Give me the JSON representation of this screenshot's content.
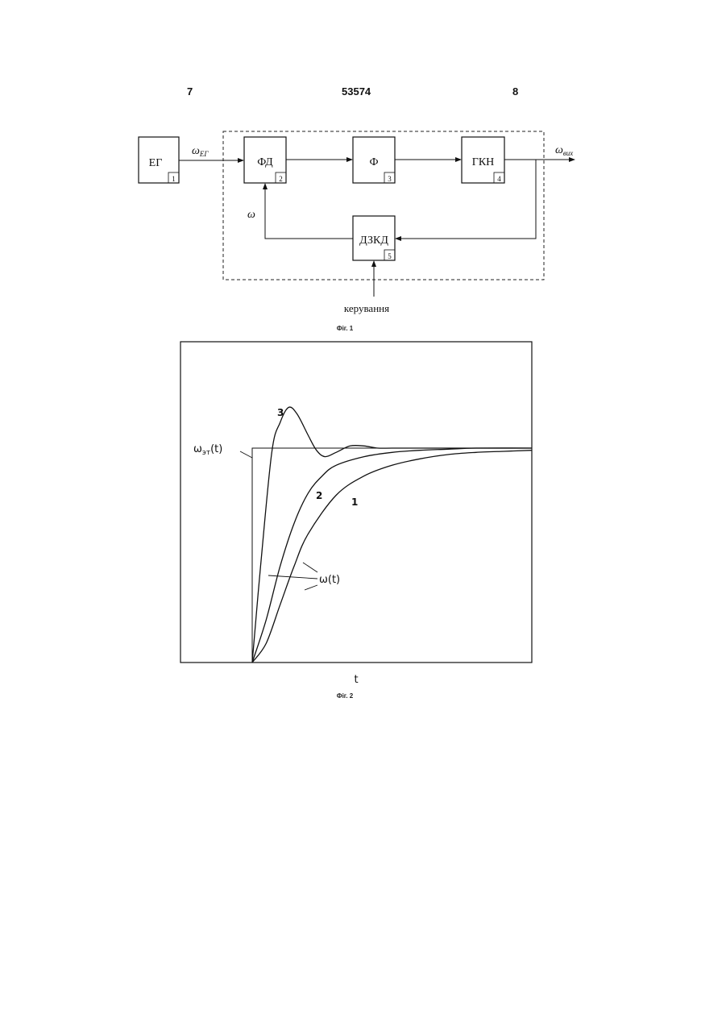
{
  "header": {
    "page_left": "7",
    "patent_number": "53574",
    "page_right": "8"
  },
  "figure1": {
    "caption": "Фіг. 1",
    "blocks": [
      {
        "label": "ЕГ",
        "num": "1"
      },
      {
        "label": "ФД",
        "num": "2"
      },
      {
        "label": "Ф",
        "num": "3"
      },
      {
        "label": "ГКН",
        "num": "4"
      },
      {
        "label": "ДЗКД",
        "num": "5"
      }
    ],
    "signal_input": {
      "symbol": "ω",
      "subscript": "ЕГ"
    },
    "signal_output": {
      "symbol": "ω",
      "subscript": "вих"
    },
    "signal_feedback": "ω",
    "control_label": "керування"
  },
  "figure2": {
    "caption": "Фіг. 2",
    "x_label": "t",
    "reference_label": {
      "symbol": "ω",
      "subscript": "эт",
      "arg": "(t)"
    },
    "response_label": "ω(t)",
    "curve_labels": [
      "1",
      "2",
      "3"
    ]
  },
  "chart_data": {
    "type": "line",
    "title": "",
    "xlabel": "t",
    "ylabel": "",
    "x_units": "relative time (no tick labels printed)",
    "xlim": [
      0,
      1
    ],
    "ylim": [
      0,
      1.2
    ],
    "series": [
      {
        "name": "ωэт(t)",
        "x": [
          0,
          0,
          1
        ],
        "y": [
          0,
          1,
          1
        ]
      },
      {
        "name": "1",
        "x": [
          0,
          0.05,
          0.1,
          0.15,
          0.2,
          0.3,
          0.4,
          0.5,
          0.6,
          0.7,
          0.8,
          0.9,
          1.0
        ],
        "y": [
          0,
          0.09,
          0.27,
          0.45,
          0.6,
          0.78,
          0.87,
          0.92,
          0.95,
          0.97,
          0.98,
          0.985,
          0.99
        ]
      },
      {
        "name": "2",
        "x": [
          0,
          0.05,
          0.1,
          0.15,
          0.2,
          0.25,
          0.3,
          0.4,
          0.5,
          0.6,
          0.7,
          0.8,
          1.0
        ],
        "y": [
          0,
          0.2,
          0.45,
          0.65,
          0.79,
          0.87,
          0.92,
          0.96,
          0.98,
          0.99,
          0.995,
          1.0,
          1.0
        ]
      },
      {
        "name": "3",
        "x": [
          0,
          0.03,
          0.07,
          0.1,
          0.13,
          0.16,
          0.2,
          0.23,
          0.26,
          0.3,
          0.35,
          0.4,
          0.45,
          0.5,
          0.6,
          0.7,
          1.0
        ],
        "y": [
          0,
          0.45,
          0.98,
          1.12,
          1.19,
          1.16,
          1.06,
          0.99,
          0.96,
          0.98,
          1.01,
          1.01,
          1.0,
          1.0,
          1.0,
          1.0,
          1.0
        ]
      }
    ],
    "grid": false,
    "legend": "none"
  }
}
